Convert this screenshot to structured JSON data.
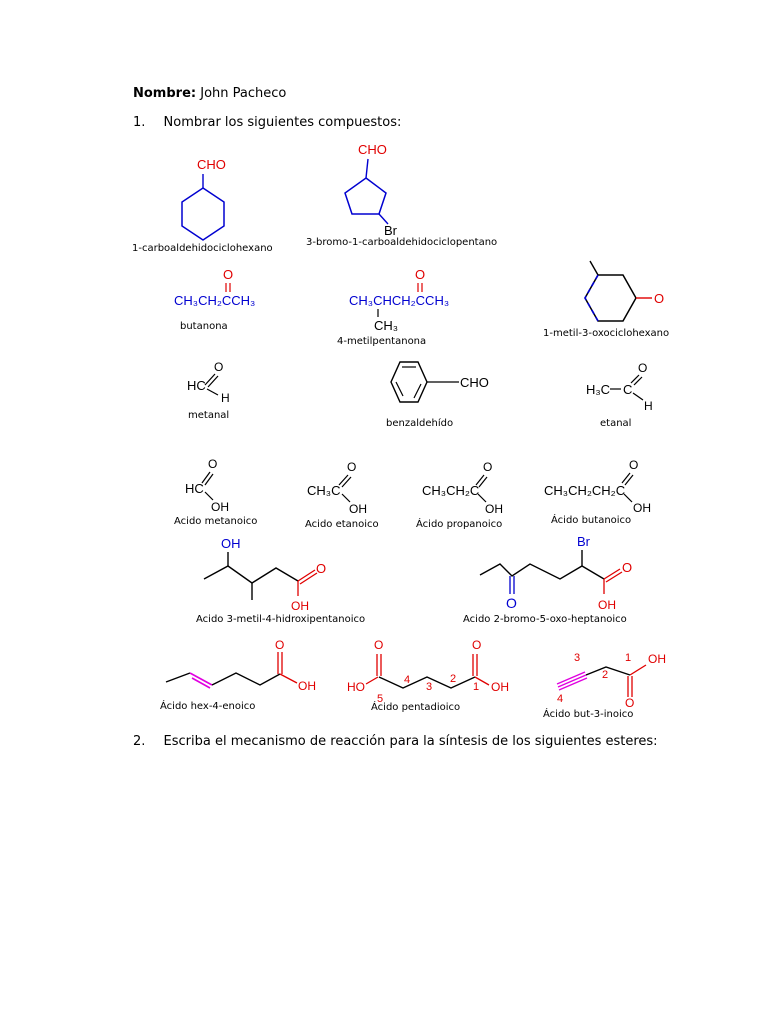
{
  "header": {
    "name_label": "Nombre:",
    "name_value": "John Pacheco"
  },
  "question1": {
    "number": "1.",
    "text": "Nombrar los siguientes compuestos:"
  },
  "question2": {
    "number": "2.",
    "text": "Escriba el mecanismo de reacción para la síntesis de los siguientes esteres:"
  },
  "compounds": [
    {
      "name": "1-carboaldehidociclohexano",
      "labels": [
        "CHO"
      ]
    },
    {
      "name": "3-bromo-1-carboaldehidociclopentano",
      "labels": [
        "CHO",
        "Br"
      ]
    },
    {
      "name": "butanona",
      "labels": [
        "O",
        "CH₃CH₂CCH₃"
      ]
    },
    {
      "name": "4-metilpentanona",
      "labels": [
        "O",
        "CH₃CHCH₂CCH₃",
        "CH₃"
      ]
    },
    {
      "name": "1-metil-3-oxociclohexano",
      "labels": [
        "O"
      ]
    },
    {
      "name": "metanal",
      "labels": [
        "O",
        "HC",
        "H"
      ]
    },
    {
      "name": "benzaldehído",
      "labels": [
        "CHO"
      ]
    },
    {
      "name": "etanal",
      "labels": [
        "O",
        "H₃C",
        "C",
        "H"
      ]
    },
    {
      "name": "Acido metanoico",
      "labels": [
        "O",
        "HC",
        "OH"
      ]
    },
    {
      "name": "Acido etanoico",
      "labels": [
        "O",
        "CH₃C",
        "OH"
      ]
    },
    {
      "name": "Ácido propanoico",
      "labels": [
        "O",
        "CH₃CH₂C",
        "OH"
      ]
    },
    {
      "name": "Ácido butanoico",
      "labels": [
        "O",
        "CH₃CH₂CH₂C",
        "OH"
      ]
    },
    {
      "name": "Acido 3-metil-4-hidroxipentanoico",
      "labels": [
        "OH",
        "O",
        "OH"
      ]
    },
    {
      "name": "Acido 2-bromo-5-oxo-heptanoico",
      "labels": [
        "Br",
        "O",
        "O",
        "OH"
      ]
    },
    {
      "name": "Ácido hex-4-enoico",
      "labels": [
        "O",
        "OH"
      ]
    },
    {
      "name": "Ácido pentadioico",
      "labels": [
        "O",
        "O",
        "HO",
        "OH",
        "5",
        "4",
        "3",
        "2",
        "1"
      ]
    },
    {
      "name": "Ácido but-3-inoico",
      "labels": [
        "3",
        "1",
        "OH",
        "2",
        "4",
        "O"
      ]
    }
  ],
  "colors": {
    "red": "#e00000",
    "blue": "#0000d0",
    "magenta": "#e000e0"
  }
}
